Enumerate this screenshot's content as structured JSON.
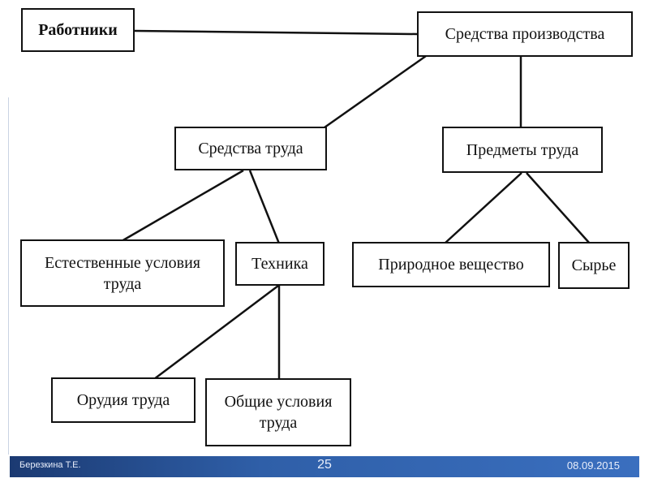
{
  "diagram": {
    "nodes": {
      "workers": "Работники",
      "means_of_production": "Средства производства",
      "means_of_labor": "Средства труда",
      "objects_of_labor": "Предметы труда",
      "natural_conditions": "Естественные условия\nтруда",
      "technology": "Техника",
      "natural_substance": "Природное вещество",
      "raw_materials": "Сырье",
      "tools": "Орудия труда",
      "general_conditions": "Общие условия\nтруда"
    }
  },
  "footer": {
    "author": "Березкина Т.Е.",
    "page_number": "25",
    "date": "08.09.2015"
  }
}
